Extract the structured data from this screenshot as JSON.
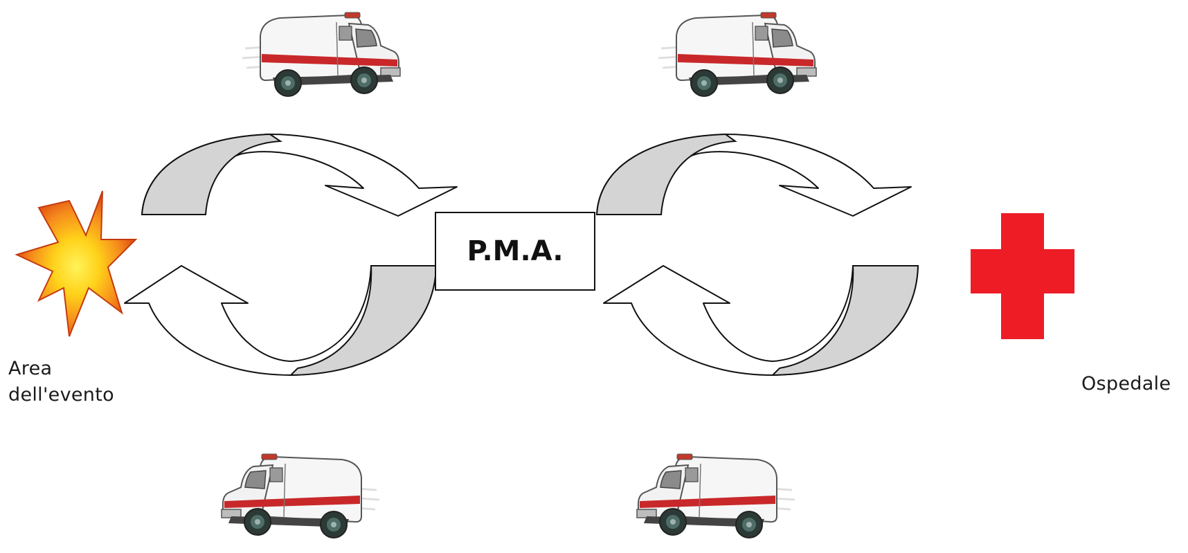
{
  "labels": {
    "event_line1": "Area",
    "event_line2": "dell'evento",
    "hospital": "Ospedale",
    "center": "P.M.A."
  },
  "colors": {
    "arrow_fill": "#d4d4d4",
    "arrow_stroke": "#111111",
    "cross": "#ee1c25",
    "star_outer": "#e14a12",
    "star_inner": "#ffe632",
    "ambulance_stripe": "#c8282a"
  },
  "icons": {
    "event": "explosion-star-icon",
    "hospital": "red-cross-icon",
    "vehicle": "ambulance-icon"
  }
}
